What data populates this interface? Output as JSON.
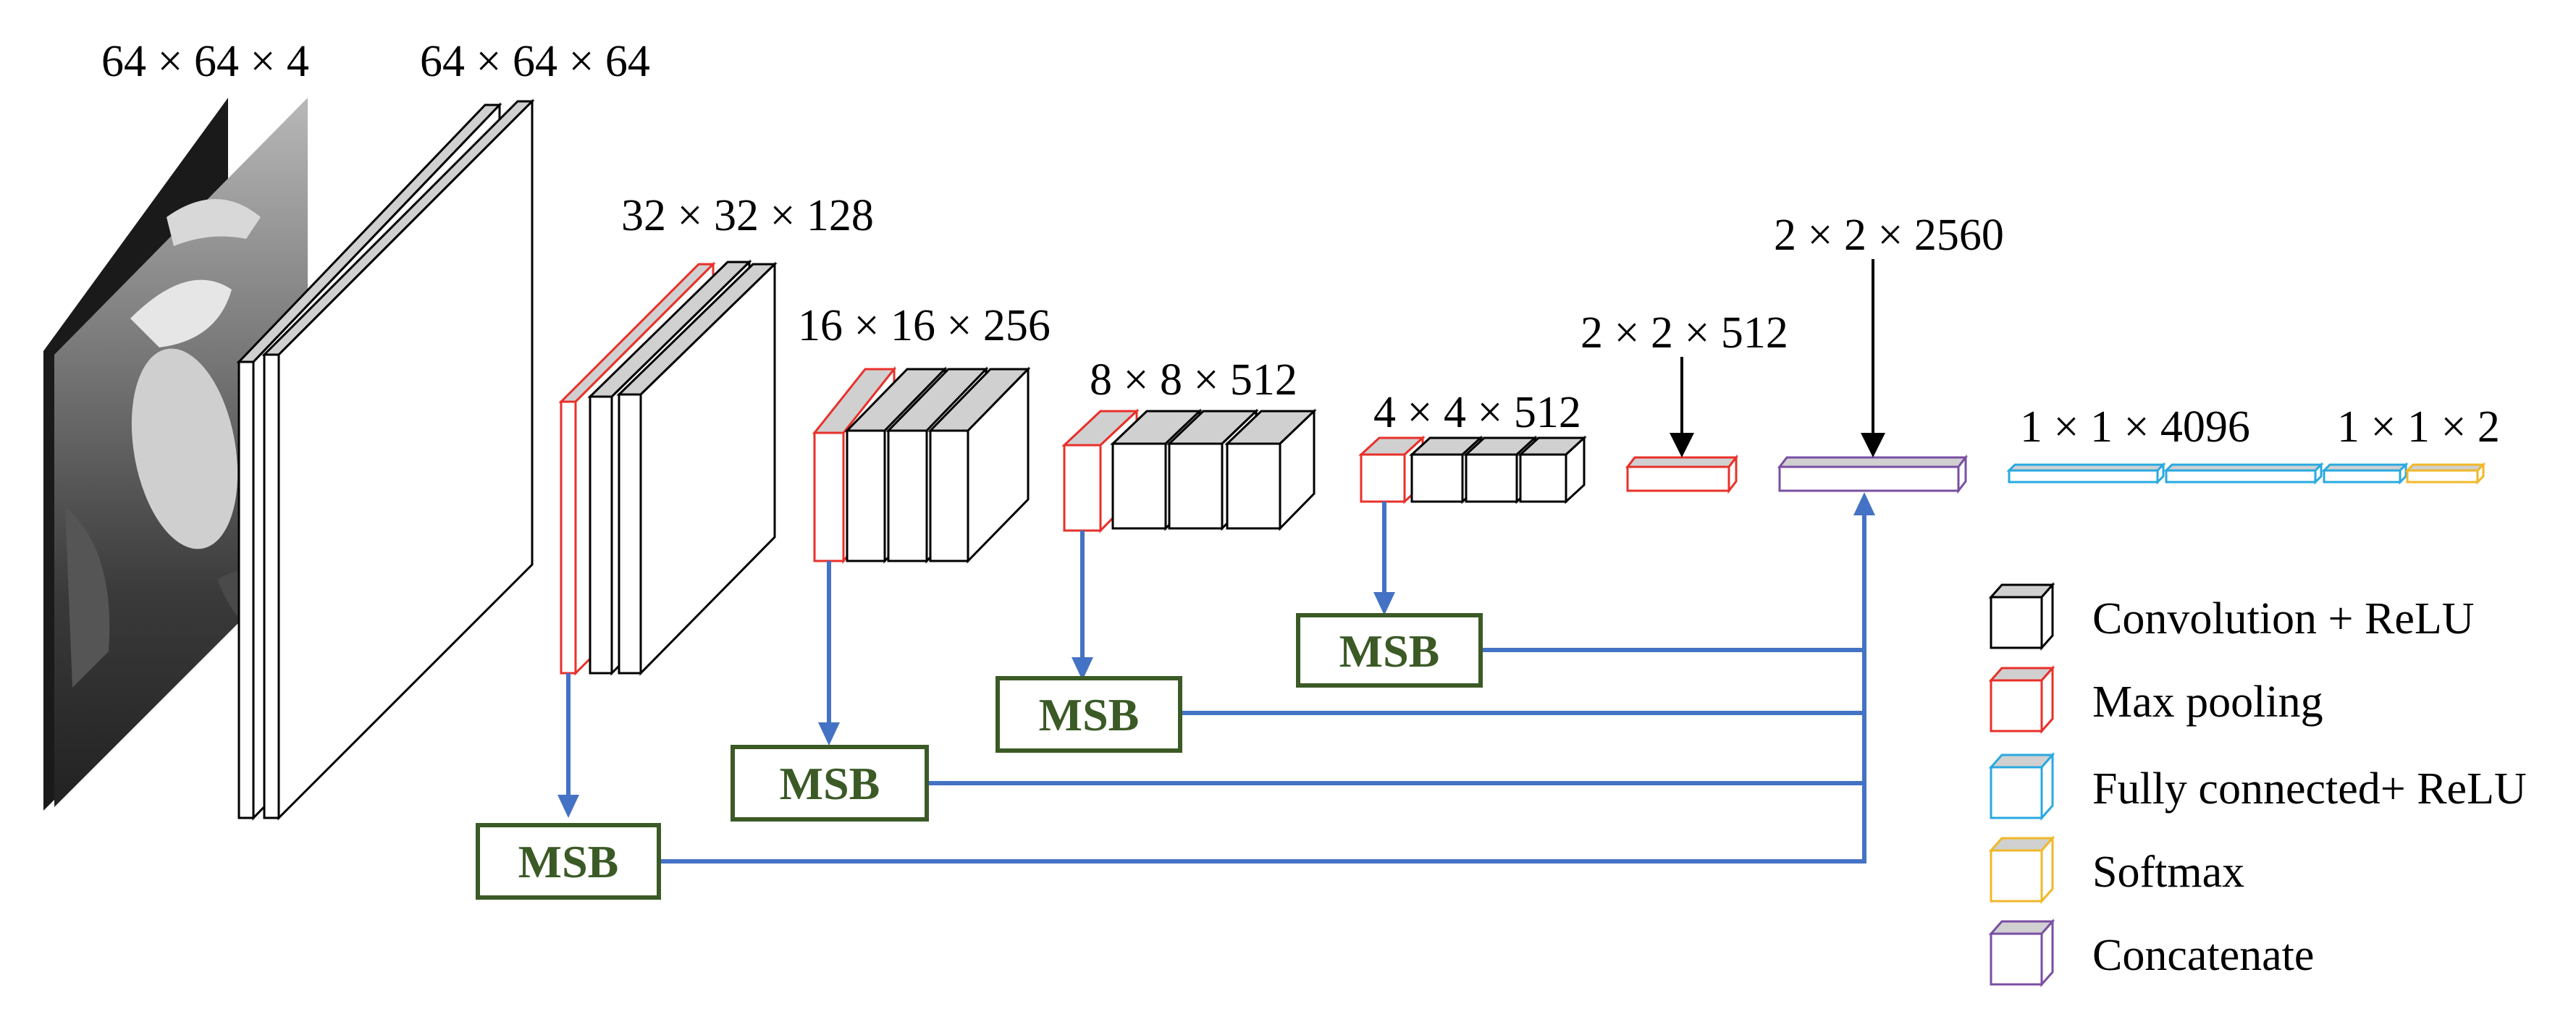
{
  "dimension_labels": {
    "input": "64 × 64 × 4",
    "conv1": "64 × 64 × 64",
    "block2": "32 × 32 × 128",
    "block3": "16 × 16 × 256",
    "block4": "8 × 8 × 512",
    "block5": "4 × 4 × 512",
    "pool5": "2 × 2 × 512",
    "concat": "2 × 2 × 2560",
    "fc": "1 × 1 × 4096",
    "softmax": "1 × 1 × 2"
  },
  "msb_label": "MSB",
  "legend": [
    {
      "label": "Convolution + ReLU",
      "color": "#000000"
    },
    {
      "label": "Max pooling",
      "color": "#e8302a"
    },
    {
      "label": "Fully connected+ ReLU",
      "color": "#29a9e0"
    },
    {
      "label": "Softmax",
      "color": "#f0b82a"
    },
    {
      "label": "Concatenate",
      "color": "#7a4fa3"
    }
  ],
  "colors": {
    "conv": "#000000",
    "pool": "#e8302a",
    "fc": "#29a9e0",
    "softmax": "#f0b82a",
    "concat": "#7a4fa3",
    "msb_border": "#3b5a26",
    "msb_text": "#3b5a26",
    "arrow_blue": "#4472c4",
    "top_face": "#d0d0d0"
  }
}
